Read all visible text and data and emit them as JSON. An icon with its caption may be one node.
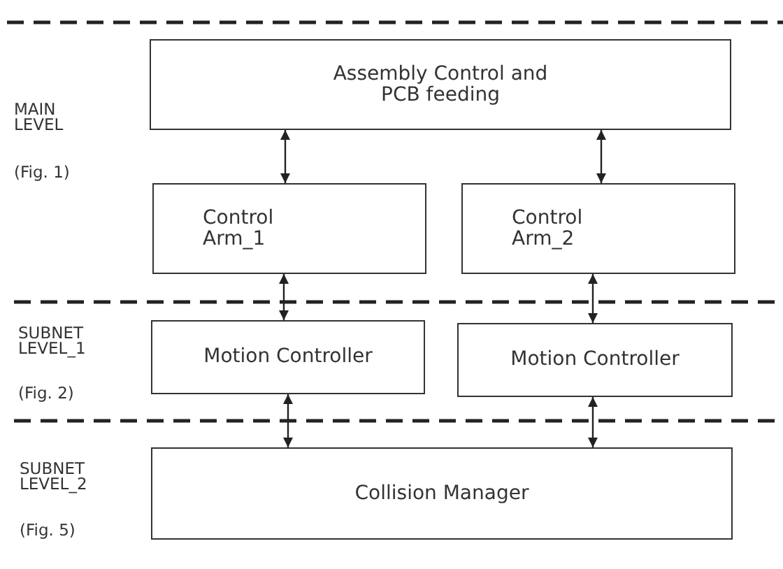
{
  "diagram": {
    "nodes": [
      {
        "text": [
          "Assembly Control and PCB feeding"
        ]
      },
      {
        "text": [
          "Control Arm_1"
        ]
      },
      {
        "text": [
          "Control Arm_2"
        ]
      },
      {
        "text": [
          "Motion Controller"
        ]
      },
      {
        "text": [
          "Motion Controller"
        ]
      },
      {
        "text": [
          "Collision Manager"
        ]
      }
    ],
    "edges": [
      {
        "from": 0,
        "to": 1,
        "arrow": "both"
      },
      {
        "from": 0,
        "to": 2,
        "arrow": "both"
      },
      {
        "from": 1,
        "to": 3,
        "arrow": "both"
      },
      {
        "from": 2,
        "to": 4,
        "arrow": "both"
      },
      {
        "from": 3,
        "to": 5,
        "arrow": "both"
      },
      {
        "from": 4,
        "to": 5,
        "arrow": "both"
      }
    ],
    "labels": [
      "MAIN LEVEL",
      "(Fig. 1)",
      "SUBNET LEVEL_1",
      "(Fig. 2)",
      "SUBNET LEVEL_2",
      "(Fig. 5)"
    ]
  }
}
